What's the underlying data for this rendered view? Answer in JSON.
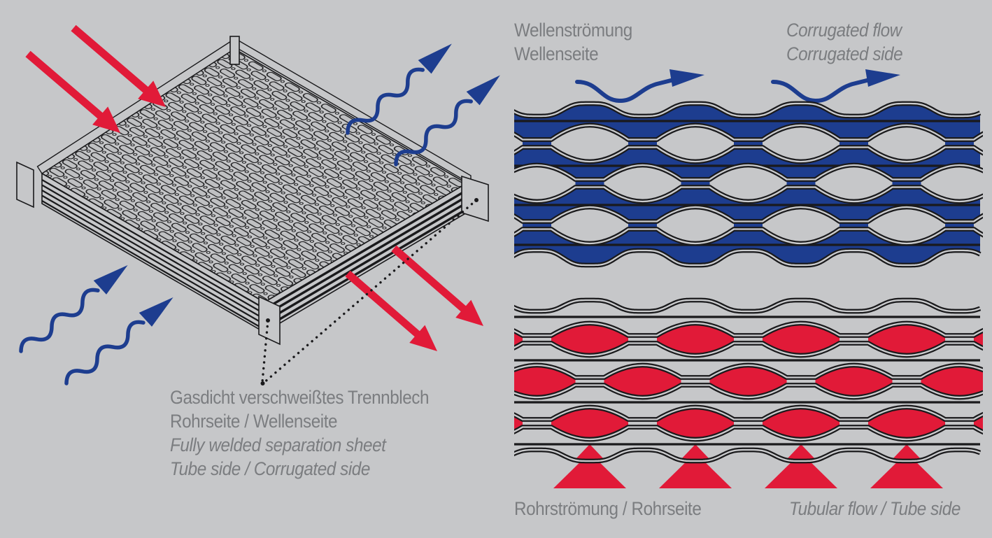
{
  "canvas": {
    "background": "#c6c7c9"
  },
  "colors": {
    "blue": "#1d3d8f",
    "red": "#e11a38",
    "line": "#1a1a1c",
    "sheet_gap": "#cbccce",
    "text": "#7b7d80",
    "pattern_pill": "#bfc0c2"
  },
  "left_diagram": {
    "leader_label": {
      "line1": "Gasdicht verschweißtes Trennblech",
      "line2": "Rohrseite / Wellenseite",
      "line3": "Fully welded separation sheet",
      "line4": "Tube side / Corrugated side"
    }
  },
  "right_diagram": {
    "corrugated_label_de": {
      "line1": "Wellenströmung",
      "line2": "Wellenseite"
    },
    "corrugated_label_en": {
      "line1": "Corrugated flow",
      "line2": "Corrugated side"
    },
    "tubular_label_de": "Rohrströmung / Rohrseite",
    "tubular_label_en": "Tubular flow / Tube side"
  }
}
